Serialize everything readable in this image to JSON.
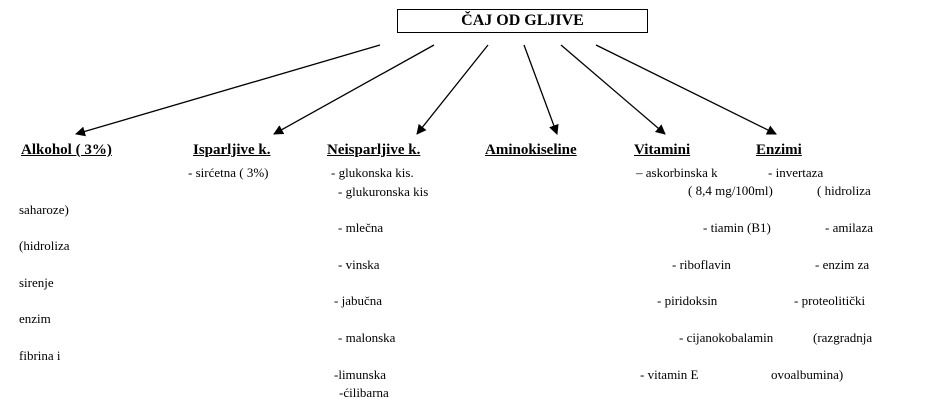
{
  "title": "ČAJ OD GLJIVE",
  "categories": [
    {
      "heading": "Alkohol ( 3%)"
    },
    {
      "heading": "Isparljive k."
    },
    {
      "heading": "Neisparljive k."
    },
    {
      "heading": "Aminokiseline"
    },
    {
      "heading": "Vitamini"
    },
    {
      "heading": "Enzimi"
    }
  ],
  "isparljive": [
    "- sirćetna ( 3%)"
  ],
  "neisparljive": [
    "- glukonska kis.",
    "- glukuronska kis",
    "- mlečna",
    "- vinska",
    "- jabučna",
    "- malonska",
    "-limunska",
    "-ćilibarna"
  ],
  "vitamini": [
    "– askorbinska k",
    "( 8,4 mg/100ml)",
    "- tiamin (B1)",
    "- riboflavin",
    "- piridoksin",
    "- cijanokobalamin",
    "- vitamin E"
  ],
  "enzimi": [
    "- invertaza",
    "( hidroliza",
    "- amilaza",
    "- enzim  za",
    "- proteolitički",
    "(razgradnja",
    "ovoalbumina)"
  ],
  "enzimi_overflow": [
    "saharoze)",
    "(hidroliza",
    "sirenje",
    "enzim",
    "fibrina i"
  ]
}
